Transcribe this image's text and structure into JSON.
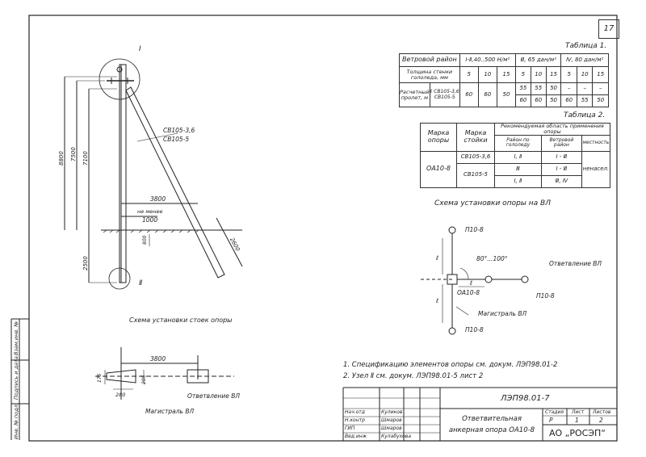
{
  "sheet_number": "17",
  "table1": {
    "title": "Таблица 1.",
    "header": [
      "Ветровой район",
      "I-Ⅱ,40..500 Н/м²",
      "Ⅲ, 65 дан/м²",
      "Ⅳ, 80 дан/м²"
    ],
    "row_ice_label": "Толщина стенки гололеда, мм",
    "row_ice": [
      "5",
      "10",
      "15",
      "5",
      "10",
      "15",
      "5",
      "10",
      "15"
    ],
    "row_span_label": "Расчетный пролет, м",
    "l_symbol": "ℓ",
    "row_span_posts": [
      "СВ105-3,6",
      "СВ105-5"
    ],
    "row_span_a": [
      "60",
      "60",
      "50"
    ],
    "row_span_b1": [
      "55",
      "55",
      "50",
      "–",
      "–",
      "–"
    ],
    "row_span_b2": [
      "60",
      "60",
      "50",
      "60",
      "55",
      "50"
    ]
  },
  "table2": {
    "title": "Таблица 2.",
    "col1": "Марка опоры",
    "col2": "Марка стойки",
    "col3": "Рекомендуемая область применения опоры",
    "sub1": "Район по гололеду",
    "sub2": "Ветровой район",
    "sub3": "местность",
    "brand": "ОА10-8",
    "posts": [
      "СВ105-3,6",
      "СВ105-5"
    ],
    "ice": [
      "I, Ⅱ",
      "Ⅲ",
      "I, Ⅱ"
    ],
    "wind": [
      "I - Ⅲ",
      "I - Ⅲ",
      "Ⅲ, Ⅳ"
    ],
    "terrain": "ненасел."
  },
  "scheme_title": "Схема установки опоры на ВЛ",
  "scheme_labels": {
    "p_top": "П10-8",
    "angle": "80°...100°",
    "branch": "Ответвление ВЛ",
    "a_main": "ОА10-8",
    "p_right": "П10-8",
    "p_bottom": "П10-8",
    "main_line": "Магистраль ВЛ",
    "l": "ℓ"
  },
  "elevation": {
    "roman_top": "I",
    "roman_bottom": "Ⅱ",
    "post1": "СВ105-3,6",
    "post2": "СВ105-5",
    "dim_8800": "8800",
    "dim_7500": "7500",
    "dim_7100": "7100",
    "dim_3800": "3800",
    "not_less": "не менее",
    "dim_1000": "1000",
    "dim_2500": "2500",
    "dim_800": "800",
    "dim_2600": "2600"
  },
  "plan": {
    "title": "Схема установки стоек опоры",
    "dim_3800": "3800",
    "dim_280": "280",
    "dim_175": "175",
    "dim_205": "205",
    "branch": "Ответвление ВЛ",
    "main_line": "Магистраль ВЛ"
  },
  "notes": [
    "1. Спецификацию элементов опоры см. докум. ЛЭП98.01-2",
    "2. Узел Ⅱ см. докум. ЛЭП98.01-5 лист 2"
  ],
  "title_block": {
    "code": "ЛЭП98.01-7",
    "rows": [
      {
        "role": "Нач.отд",
        "name": "Куликов"
      },
      {
        "role": "Н.контр",
        "name": "Шмаров"
      },
      {
        "role": "ГИП",
        "name": "Шмаров"
      },
      {
        "role": "Вед.инж",
        "name": "Кулабухова"
      }
    ],
    "drawing_title": "Ответвительная анкерная опора ОА10-8",
    "stage_h": "Стадия",
    "sheet_h": "Лист",
    "sheets_h": "Листов",
    "stage": "Р",
    "sheet": "1",
    "sheets": "2",
    "company": "АО „РОСЭП“"
  },
  "left_stamp": [
    "Взам.инв. №",
    "Подпись и дата",
    "Инв. № подл."
  ]
}
